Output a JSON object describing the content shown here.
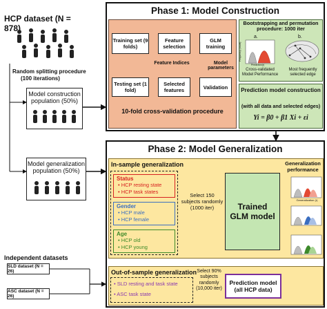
{
  "hcp": {
    "title": "HCP dataset (N = 878)"
  },
  "split": {
    "line1": "Random splitting procedure",
    "line2": "(100 iterations)"
  },
  "construction_pop": {
    "line1": "Model construction",
    "line2": "population (50%)"
  },
  "generalization_pop": {
    "line1": "Model generalization",
    "line2": "population (50%)"
  },
  "phase1": {
    "title": "Phase 1: Model Construction",
    "training_set": "Training set (9 folds)",
    "feature_selection": "Feature selection",
    "glm_training": "GLM training",
    "testing_set": "Testing set (1 fold)",
    "selected_features": "Selected features",
    "validation": "Validation",
    "feature_indices": "Feature Indices",
    "model_parameters": "Model parameters",
    "cv_title": "10-fold cross-validation procedure",
    "boot_title": "Bootstrapping and permutation procedure: 1000 iter",
    "label_a": "a.",
    "label_b": "b.",
    "cv_perf": "Cross-validated Model Performance",
    "freq_edge": "Most frequently selected edge",
    "frequency_axis": "Frequency (count)",
    "prediction_axis": "Prediction(r)",
    "pred_title": "Prediction model construction",
    "pred_sub": "(with all data and selected edges)",
    "equation": "Yi = β0 + β1 Xi + εi"
  },
  "phase2": {
    "title": "Phase 2: Model Generalization",
    "in_sample": "In-sample generalization",
    "status_title": "Status",
    "status_items": [
      "HCP resting state",
      "HCP task states"
    ],
    "gender_title": "Gender",
    "gender_items": [
      "HCP male",
      "HCP female"
    ],
    "age_title": "Age",
    "age_items": [
      "HCP old",
      "HCP young"
    ],
    "select150": "Select 150 subjects randomly (1000 iter)",
    "trained_glm": "Trained GLM model",
    "gen_perf": "Generalization performance",
    "gen_axis": "Generalization (r)",
    "out_sample": "Out-of-sample generalization",
    "sld_item": "SLD resting and task state",
    "asc_item": "ASC task state",
    "select90": "Select 90% subjects randomly (10,000 iter)",
    "pred_model": "Prediction model (all HCP data)"
  },
  "independent": {
    "title": "Independent datasets",
    "sld": "SLD dataset (N = 26)",
    "asc": "ASC dataset (N = 26)"
  },
  "colors": {
    "phase1_bg": "#f2b896",
    "boot_bg": "#cde6b8",
    "phase2_bg": "#fde7a0",
    "status": "#d62020",
    "gender": "#3a6ec0",
    "age": "#3d8a2a",
    "glm_bg": "#c4e6b2",
    "pred_border": "#7a2e9a",
    "out_item": "#8a3ab0"
  }
}
